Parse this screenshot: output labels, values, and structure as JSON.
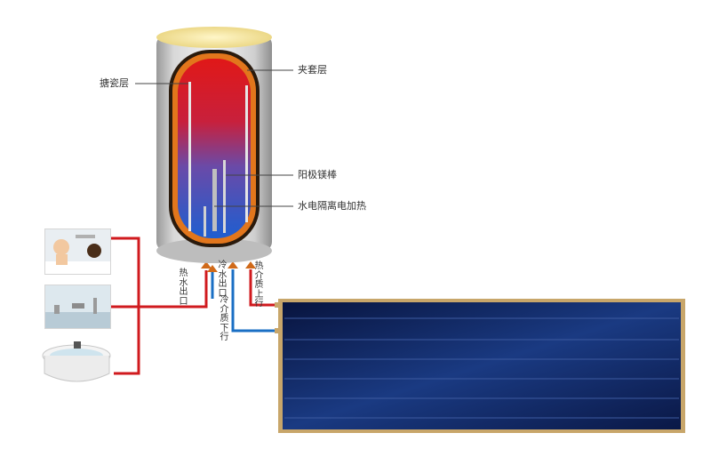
{
  "labels": {
    "enamel_layer": "搪瓷层",
    "jacket_layer": "夹套层",
    "magnesium_rod": "阳极镁棒",
    "electric_heater": "水电隔离电加热"
  },
  "port_labels": {
    "hot_water_out": "热水出口",
    "cold_water_in": "冷水出口",
    "cold_medium_down": "冷介质下行",
    "hot_medium_up": "热介质上行"
  },
  "colors": {
    "hot_pipe": "#d01a1e",
    "cold_pipe": "#1a6fc4",
    "collector_frame": "#c8a66a",
    "collector_glass": "#0f1f5a",
    "tank_jacket": "#e2761c",
    "tank_shell": "#c9c9c9"
  },
  "icons": {
    "fixture_1": "child-bathing-photo",
    "fixture_2": "faucet-shower-photo",
    "fixture_3": "bathtub-photo"
  }
}
